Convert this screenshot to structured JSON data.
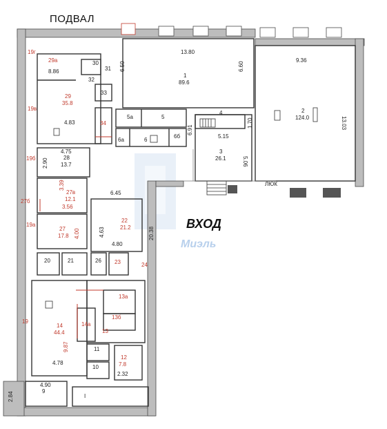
{
  "title": "ПОДВАЛ",
  "entrance_label": "ВХОД",
  "hatch_label": "ЛЮК",
  "watermark": "Миэль",
  "colors": {
    "wall": "#bdbdbd",
    "wall_stroke": "#4a4a4a",
    "line": "#333333",
    "red_label": "#c0392b",
    "watermark": "#b8d0ec"
  },
  "labels": {
    "r1_num": "1",
    "r1_area": "89.6",
    "r1_w": "13.80",
    "r1_h1": "6.50",
    "r1_h2": "6.60",
    "r2_num": "2",
    "r2_area": "124.0",
    "r2_w": "9.36",
    "r2_h": "13.03",
    "r3_num": "3",
    "r3_area": "26.1",
    "r3_w": "5.15",
    "r3_h": "5.06",
    "r3_d1": "6.91",
    "r3_d2": "1.70",
    "r4": "4",
    "r5": "5",
    "r5a": "5а",
    "r6": "6",
    "r6a": "6а",
    "r6b": "6б",
    "r29a": "29а",
    "r29_d1": "8.86",
    "r30": "30",
    "r31": "31",
    "r32": "32",
    "r33": "33",
    "r29_num": "29",
    "r29_area": "35.8",
    "r29_d2": "4.83",
    "r34": "34",
    "r19g": "19г",
    "r19v": "19в",
    "r19b": "19б",
    "r19a": "19а",
    "r19": "19",
    "r28_w": "4.75",
    "r28_num": "28",
    "r28_area": "13.7",
    "r28_h": "2.90",
    "r27b": "27б",
    "r27v_h": "3.39",
    "r27v_num": "27в",
    "r27v_area": "12.1",
    "r27v_w": "3.56",
    "r27_num": "27",
    "r27_area": "17.8",
    "r27_h": "4.00",
    "c_w": "6.45",
    "c_len": "20.38",
    "r22_num": "22",
    "r22_area": "21.2",
    "r22_h": "4.63",
    "r22_w": "4.80",
    "r20": "20",
    "r21": "21",
    "r26": "26",
    "r23": "23",
    "r24": "24",
    "r14_num": "14",
    "r14_area": "44.4",
    "r14a": "14а",
    "r14_h": "9.87",
    "r14_w": "4.78",
    "r13a": "13а",
    "r13b": "13б",
    "r13": "13",
    "r11": "11",
    "r10": "10",
    "r12_num": "12",
    "r12_area": "7.8",
    "r12_w": "2.32",
    "r9_w": "4.90",
    "r9_num": "9",
    "r9_h": "2.84",
    "rI": "I"
  }
}
